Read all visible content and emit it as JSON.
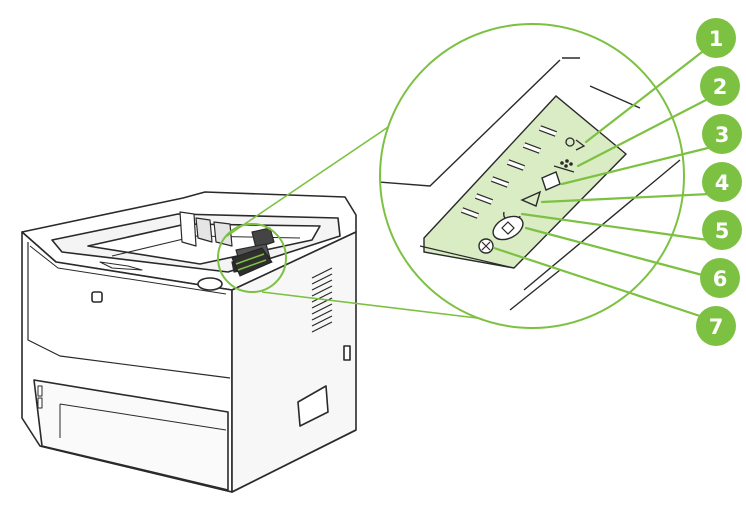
{
  "diagram": {
    "subject": "printer-control-panel",
    "accent_color": "#7cc142",
    "panel_color": "#d9ecc4",
    "callouts": [
      {
        "number": "1",
        "target": "jam-light"
      },
      {
        "number": "2",
        "target": "toner-light"
      },
      {
        "number": "3",
        "target": "paper-light"
      },
      {
        "number": "4",
        "target": "attention-light"
      },
      {
        "number": "5",
        "target": "ready-light"
      },
      {
        "number": "6",
        "target": "go-button"
      },
      {
        "number": "7",
        "target": "cancel-button"
      }
    ],
    "panel_icons": [
      "jam-icon",
      "toner-icon",
      "paper-icon",
      "attention-icon",
      "ready-icon",
      "go-icon",
      "cancel-icon"
    ]
  }
}
